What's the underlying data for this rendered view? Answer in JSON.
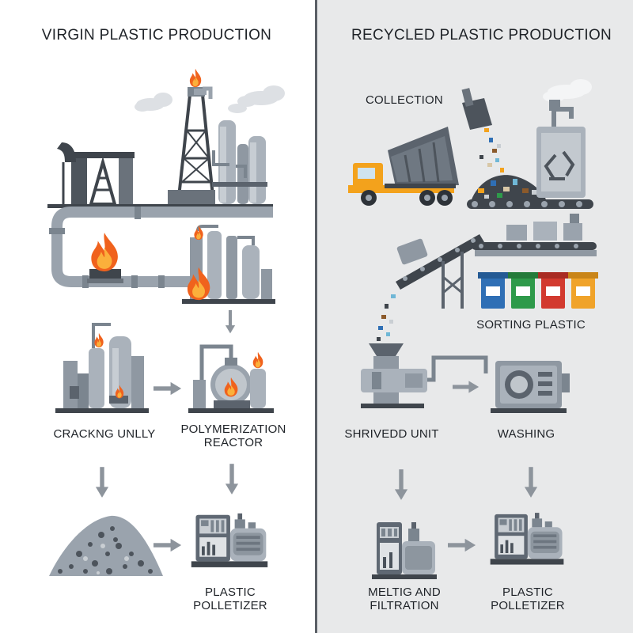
{
  "left_panel": {
    "title": "VIRGIN PLASTIC PRODUCTION",
    "steps": {
      "cracking": "CRACKNG UNLLY",
      "polymerization_1": "POLYMERIZATION",
      "polymerization_2": "REACTOR",
      "pelletizer_1": "PLASTIC",
      "pelletizer_2": "POLLETIZER"
    }
  },
  "right_panel": {
    "title": "RECYCLED PLASTIC PRODUCTION",
    "steps": {
      "collection": "COLLECTION",
      "sorting": "SORTING PLASTIC",
      "shredder": "SHRIVEDD UNIT",
      "washing": "WASHING",
      "melting_1": "MELTIG AND",
      "melting_2": "FILTRATION",
      "pelletizer_1": "PLASTIC",
      "pelletizer_2": "POLLETIZER"
    }
  },
  "colors": {
    "right_bg": "#e8e9ea",
    "divider": "#5a5f66",
    "metal": "#9aa3ad",
    "metal_dark": "#5b636d",
    "flame": "#f0621d",
    "truck": "#f3a21c",
    "bin_blue": "#2f6fb5",
    "bin_green": "#2e9a4a",
    "bin_red": "#d23a2f",
    "bin_orange": "#f0a32a"
  }
}
